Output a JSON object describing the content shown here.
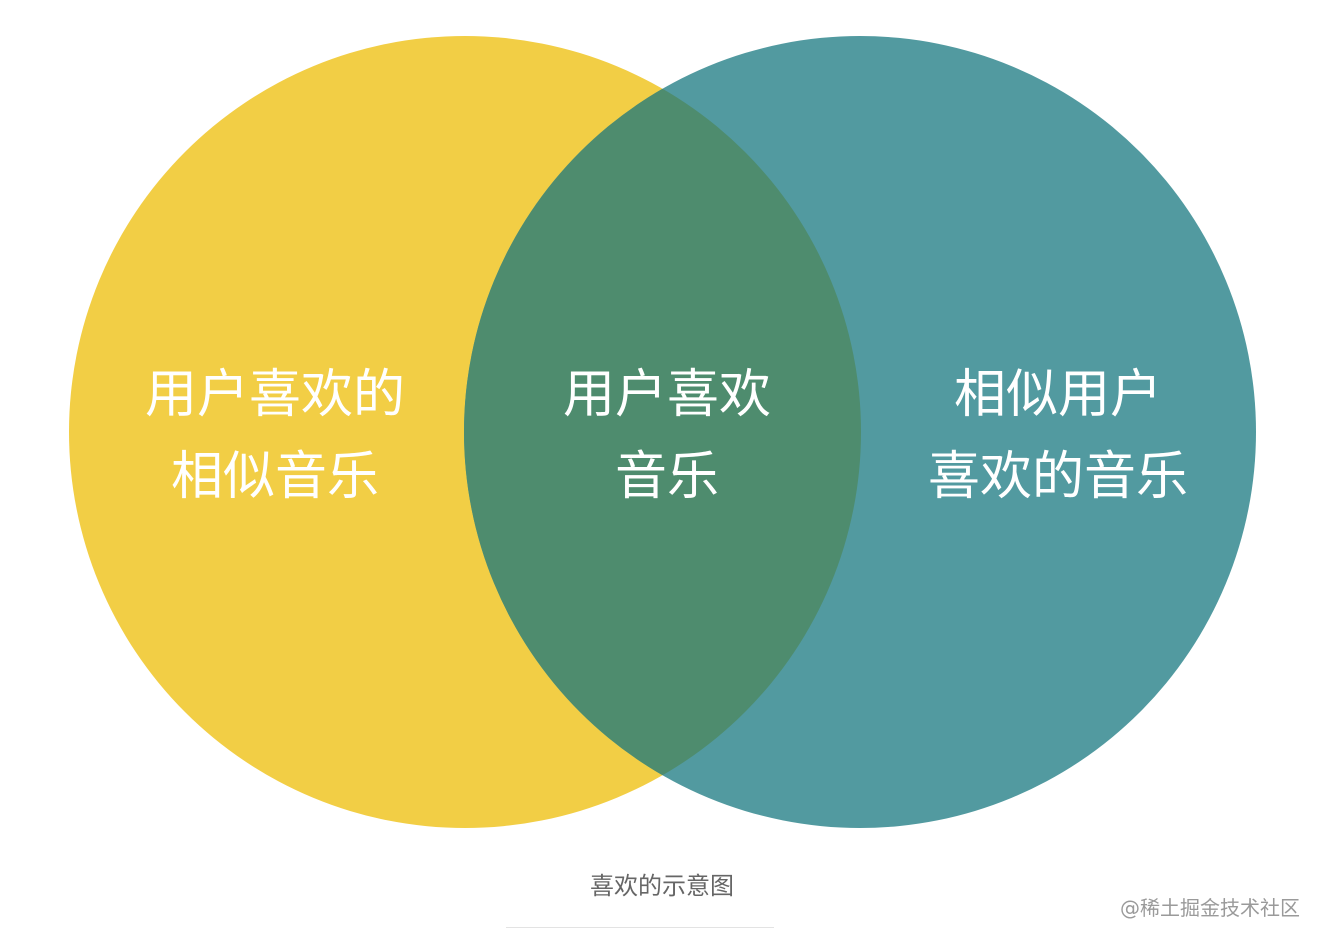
{
  "diagram": {
    "left_circle": {
      "lines": [
        "用户喜欢的",
        "相似音乐"
      ],
      "color": "#F2CE45"
    },
    "right_circle": {
      "lines": [
        "相似用户",
        "喜欢的音乐"
      ],
      "color": "#529AA0"
    },
    "intersection": {
      "lines": [
        "用户喜欢",
        "音乐"
      ],
      "color": "#4E8C6E"
    }
  },
  "caption": "喜欢的示意图",
  "watermark": "@稀土掘金技术社区"
}
